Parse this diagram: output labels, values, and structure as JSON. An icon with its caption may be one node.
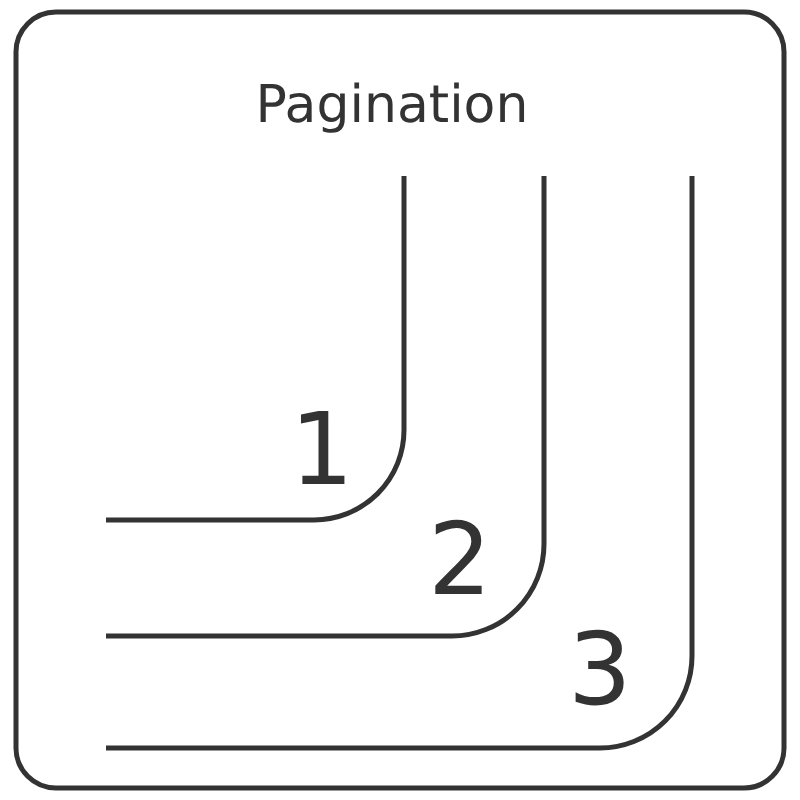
{
  "diagram": {
    "title": "Pagination",
    "labels": [
      "1",
      "2",
      "3"
    ]
  }
}
